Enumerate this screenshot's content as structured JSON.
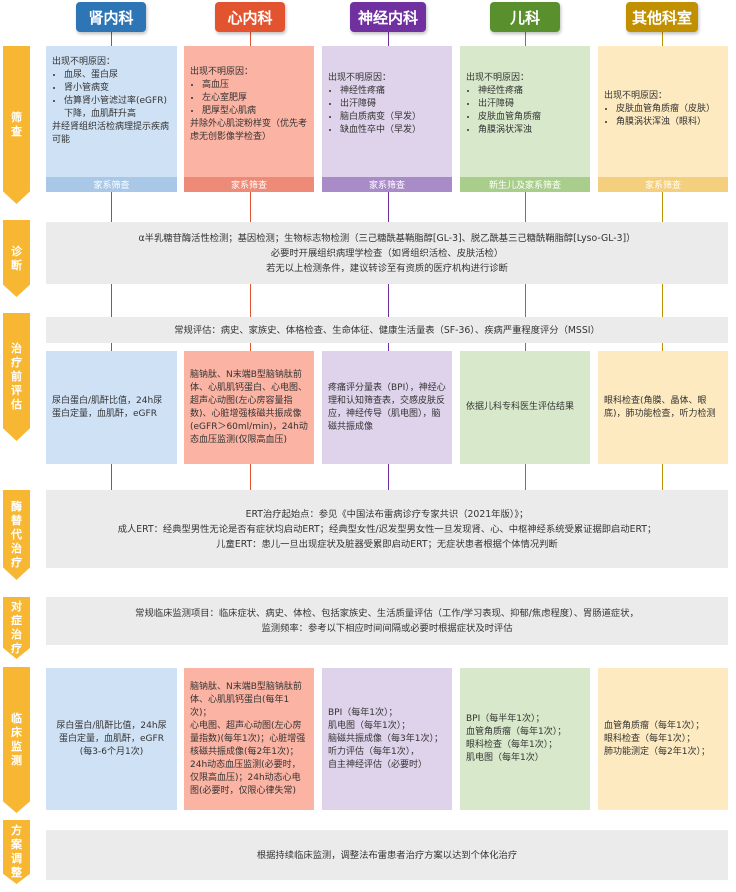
{
  "departments": [
    {
      "label": "肾内科",
      "color": "#2e75b6"
    },
    {
      "label": "心内科",
      "color": "#e2532f"
    },
    {
      "label": "神经内科",
      "color": "#7030a0"
    },
    {
      "label": "儿科",
      "color": "#5a8f2e"
    },
    {
      "label": "其他科室",
      "color": "#c09000"
    }
  ],
  "stages": {
    "screening": "筛查",
    "diagnosis": "诊断",
    "pre_eval": "治疗前评估",
    "ert": "酶替代治疗",
    "symptomatic": "对症治疗",
    "monitoring": "临床监测",
    "adjust": "方案调整"
  },
  "screening": {
    "nephro": {
      "heading": "出现不明原因：",
      "items": [
        "血尿、蛋白尿",
        "肾小管病变",
        "估算肾小管滤过率(eGFR)下降，血肌酐升高"
      ],
      "extra": "并经肾组织活检病理提示疾病可能",
      "footer": "家系筛查"
    },
    "cardio": {
      "heading": "出现不明原因：",
      "items": [
        "高血压",
        "左心室肥厚",
        "肥厚型心肌病"
      ],
      "extra": "并除外心肌淀粉样变（优先考虑无创影像学检查）",
      "footer": "家系筛查"
    },
    "neuro": {
      "heading": "出现不明原因：",
      "items": [
        "神经性疼痛",
        "出汗障碍",
        "脑白质病变（早发）",
        "缺血性卒中（早发）"
      ],
      "footer": "家系筛查"
    },
    "peds": {
      "heading": "出现不明原因：",
      "items": [
        "神经性疼痛",
        "出汗障碍",
        "皮肤血管角质瘤",
        "角膜涡状浑浊"
      ],
      "footer": "新生儿及家系筛查"
    },
    "other": {
      "heading": "出现不明原因：",
      "items": [
        "皮肤血管角质瘤（皮肤）",
        "角膜涡状浑浊（眼科）"
      ],
      "footer": "家系筛查"
    }
  },
  "diagnosis": {
    "lines": [
      "α半乳糖苷酶活性检测；基因检测；生物标志物检测（三己糖酰基鞘脂醇[GL-3]、脱乙酰基三己糖酰鞘脂醇[Lyso-GL-3]）",
      "必要时开展组织病理学检查（如肾组织活检、皮肤活检）",
      "若无以上检测条件，建议转诊至有资质的医疗机构进行诊断"
    ]
  },
  "pre_eval": {
    "common": "常规评估：病史、家族史、体格检查、生命体征、健康生活量表（SF-36）、疾病严重程度评分（MSSI）",
    "nephro": "尿白蛋白/肌酐比值，24h尿蛋白定量，血肌酐，eGFR",
    "cardio": "脑钠肽、N末端B型脑钠肽前体、心肌肌钙蛋白、心电图、超声心动图(左心房容量指数)、心脏增强核磁共振成像(eGFR＞60ml/min)，24h动态血压监测(仅限高血压)",
    "neuro": "疼痛评分量表（BPI），神经心理和认知筛查表，交感皮肤反应，神经传导（肌电图），脑磁共振成像",
    "peds": "依据儿科专科医生评估结果",
    "other": "眼科检查(角膜、晶体、眼底)，肺功能检查，听力检测"
  },
  "ert": {
    "lines": [
      "ERT治疗起始点：参见《中国法布雷病诊疗专家共识（2021年版）》；",
      "成人ERT：经典型男性无论是否有症状均启动ERT；经典型女性/迟发型男女性一旦发现肾、心、中枢神经系统受累证据即启动ERT；",
      "儿童ERT：患儿一旦出现症状及脏器受累即启动ERT；无症状患者根据个体情况判断"
    ]
  },
  "symptomatic": {
    "lines": [
      "常规临床监测项目：临床症状、病史、体检、包括家族史、生活质量评估（工作/学习表现、抑郁/焦虑程度）、胃肠道症状，",
      "监测频率：参考以下相应时间间隔或必要时根据症状及时评估"
    ]
  },
  "monitoring": {
    "nephro": [
      "尿白蛋白/肌酐比值，24h尿蛋白定量，血肌酐，eGFR",
      "(每3-6个月1次)"
    ],
    "cardio": [
      "脑钠肽、N末端B型脑钠肽前体、心肌肌钙蛋白(每年1次)；",
      "心电图、超声心动图(左心房量指数)(每年1次)；心脏增强核磁共振成像(每2年1次)；",
      "24h动态血压监测(必要时，仅限高血压)；24h动态心电图(必要时，仅限心律失常)"
    ],
    "neuro": [
      "BPI（每年1次）；",
      "肌电图（每年1次）；",
      "脑磁共振成像（每3年1次）；",
      "听力评估（每年1次），",
      "自主神经评估（必要时）"
    ],
    "peds": [
      "BPI（每半年1次）；",
      "血管角质瘤（每年1次）；",
      "眼科检查（每年1次）；",
      "肌电图（每年1次）"
    ],
    "other": [
      "血管角质瘤（每年1次）；",
      "眼科检查（每年1次）；",
      "肺功能测定（每2年1次）；"
    ]
  },
  "adjust": {
    "text": "根据持续临床监测，调整法布雷患者治疗方案以达到个体化治疗"
  },
  "colors": {
    "nephro_bg": "#cfe1f4",
    "nephro_foot": "#a9c8e8",
    "cardio_bg": "#fbb3a3",
    "cardio_foot": "#ee8a78",
    "neuro_bg": "#ded3ea",
    "neuro_foot": "#a98bc8",
    "peds_bg": "#d8e9cb",
    "peds_foot": "#a9ce8c",
    "other_bg": "#fdeac0",
    "other_foot": "#f3cf7e",
    "stage": "#f7b733"
  }
}
